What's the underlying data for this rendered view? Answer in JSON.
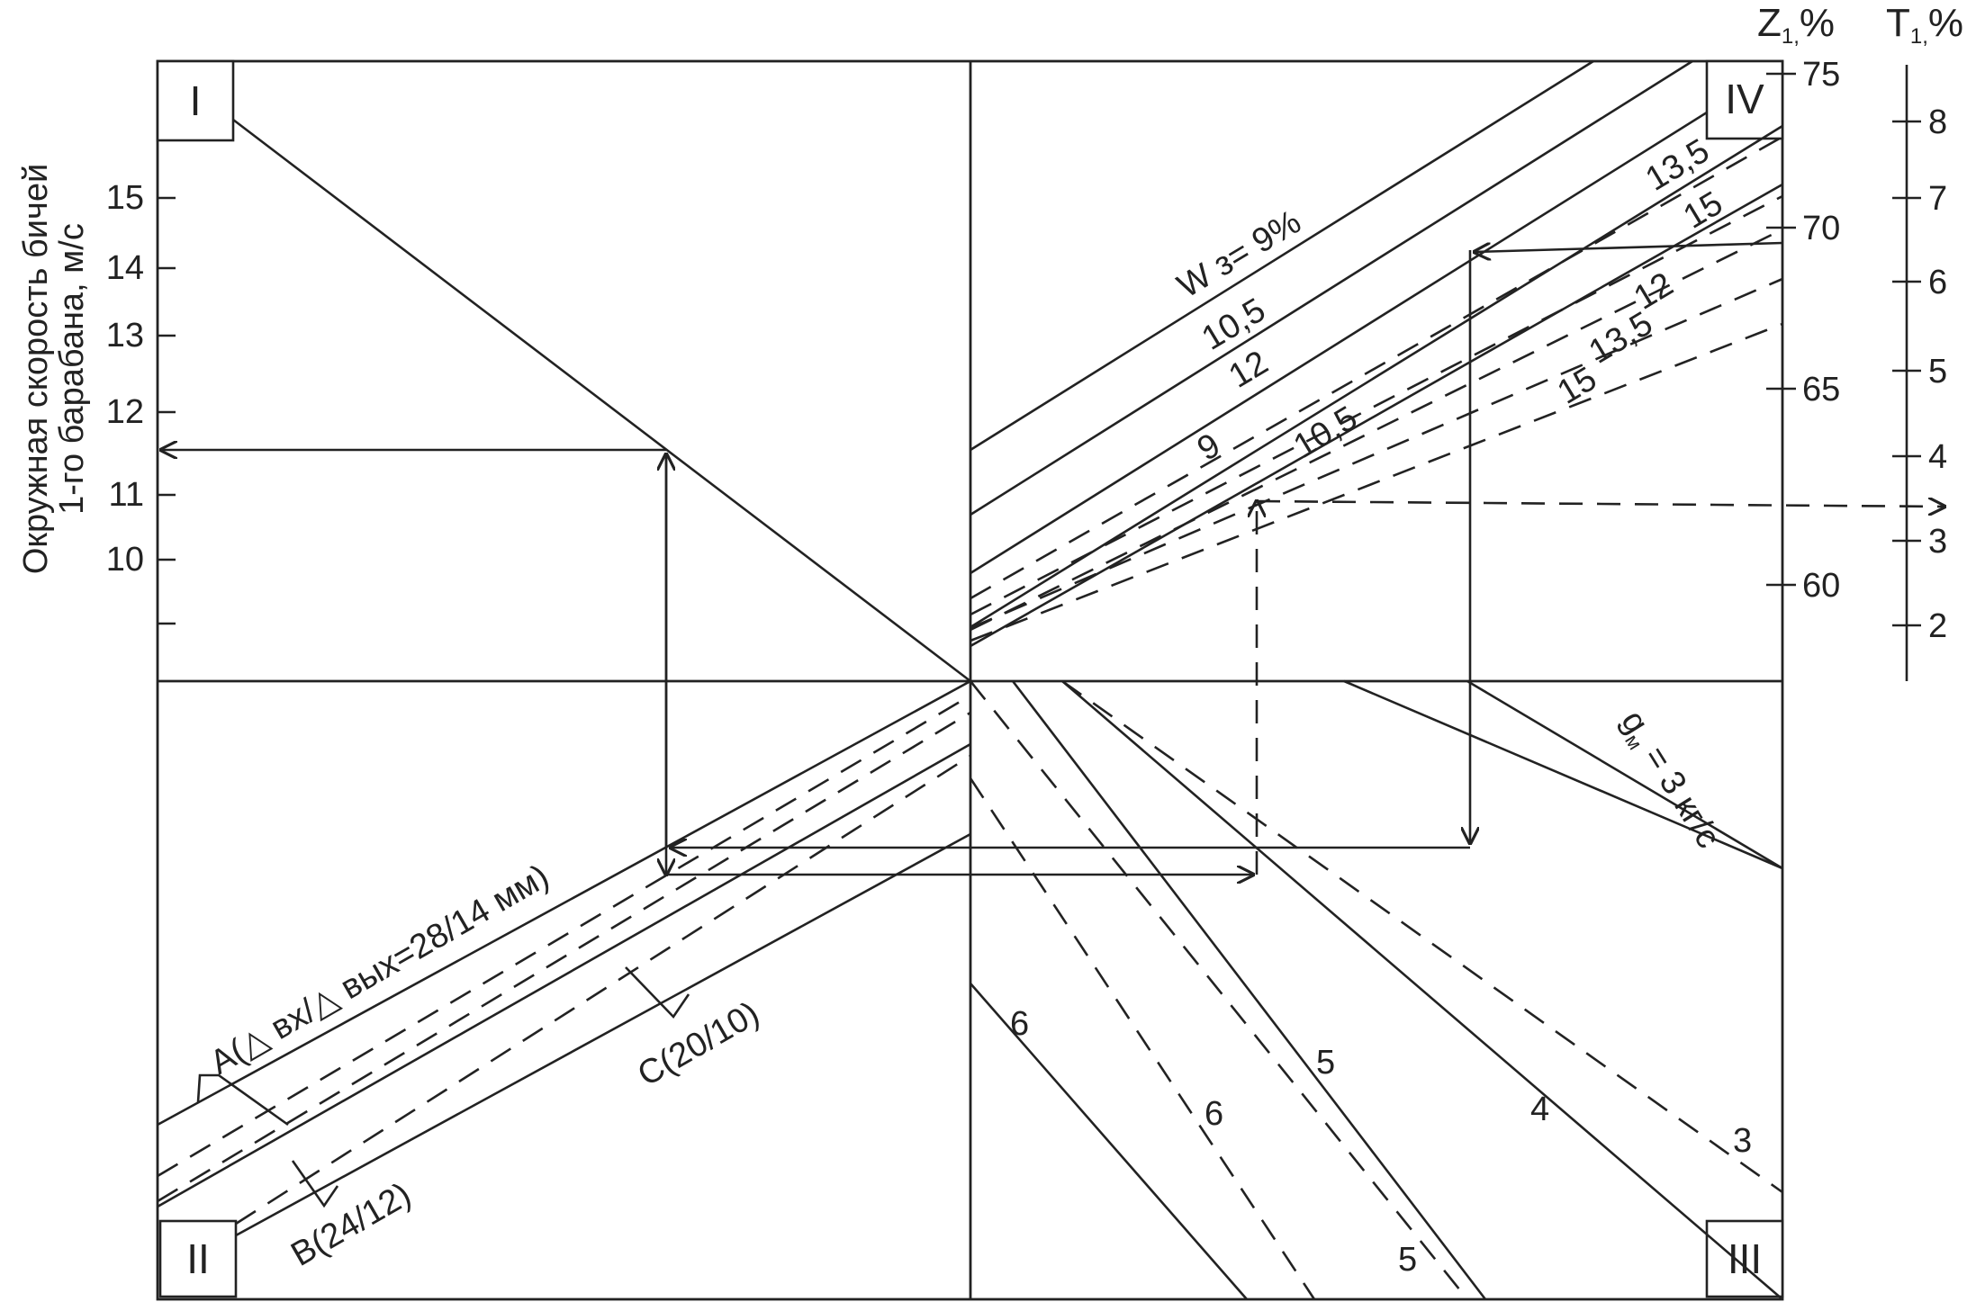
{
  "left_axis": {
    "label_line1": "Окружная скорость бичей",
    "label_line2": "1-го барабана, м/с",
    "ticks": [
      "15",
      "14",
      "13",
      "12",
      "11",
      "10"
    ]
  },
  "z_axis": {
    "label": "Z",
    "subscript": "1,",
    "unit": "%",
    "ticks": [
      "75",
      "70",
      "65",
      "60"
    ]
  },
  "t_axis": {
    "label": "T",
    "subscript": "1,",
    "unit": "%",
    "ticks": [
      "8",
      "7",
      "6",
      "5",
      "4",
      "3",
      "2"
    ]
  },
  "quadrants": [
    "I",
    "II",
    "III",
    "IV"
  ],
  "quadrant4": {
    "solid_labels": [
      "W з= 9%",
      "10,5",
      "12",
      "13,5",
      "15"
    ],
    "dashed_labels": [
      "9",
      "10,5",
      "12",
      "13,5",
      "15"
    ]
  },
  "quadrant3": {
    "header": "g",
    "header_subscript": "м",
    "header_rest": " = 3 кг/с",
    "labels": [
      "6",
      "6",
      "5",
      "5",
      "4",
      "3"
    ]
  },
  "quadrant2": {
    "labels": [
      "A(△ вх/△ вых=28/14 мм)",
      "B(24/12)",
      "C(20/10)"
    ]
  }
}
